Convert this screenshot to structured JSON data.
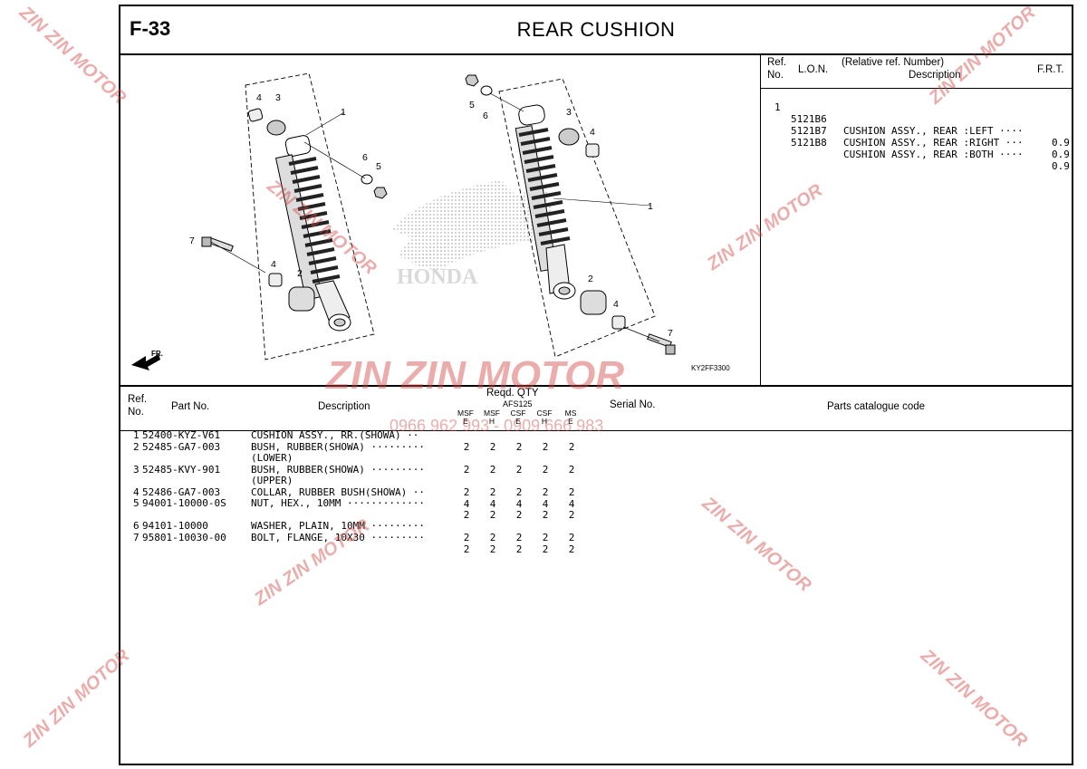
{
  "header": {
    "code": "F-33",
    "title": "REAR  CUSHION"
  },
  "diagram": {
    "callouts": [
      "1",
      "2",
      "3",
      "4",
      "5",
      "6",
      "7"
    ],
    "direction_label": "FR.",
    "brand_mark": "HONDA",
    "drawing_code": "KY2FF3300"
  },
  "lon_table": {
    "headers": {
      "ref": "Ref.",
      "no": "No.",
      "lon": "L.O.N.",
      "rel": "(Relative ref. Number)",
      "desc": "Description",
      "frt": "F.R.T."
    },
    "rows": [
      {
        "ref": "1",
        "lon": "5121B6",
        "desc": "CUSHION ASSY., REAR :LEFT ····",
        "frt": "0.9"
      },
      {
        "ref": "",
        "lon": "5121B7",
        "desc": "CUSHION ASSY., REAR :RIGHT ···",
        "frt": "0.9"
      },
      {
        "ref": "",
        "lon": "5121B8",
        "desc": "CUSHION ASSY., REAR :BOTH ····",
        "frt": "0.9"
      }
    ]
  },
  "parts_table": {
    "headers": {
      "ref": "Ref.",
      "no": "No.",
      "part_no": "Part No.",
      "desc": "Description",
      "reqd_qty": "Reqd. QTY",
      "model": "AFS125",
      "serial": "Serial  No.",
      "catalogue": "Parts catalogue code"
    },
    "variants": [
      "MSF\nE",
      "MSF\nH",
      "CSF\nE",
      "CSF\nH",
      "MS\nE"
    ],
    "rows": [
      {
        "ref": "1",
        "part_no": "52400-KYZ-V61",
        "desc": "CUSHION ASSY., RR.(SHOWA) ··",
        "qty": [
          "2",
          "2",
          "2",
          "2",
          "2"
        ]
      },
      {
        "ref": "2",
        "part_no": "52485-GA7-003",
        "desc": "BUSH, RUBBER(SHOWA) ·········",
        "desc2": "(LOWER)",
        "qty": [
          "2",
          "2",
          "2",
          "2",
          "2"
        ]
      },
      {
        "ref": "3",
        "part_no": "52485-KVY-901",
        "desc": "BUSH, RUBBER(SHOWA) ·········",
        "desc2": "(UPPER)",
        "qty": [
          "2",
          "2",
          "2",
          "2",
          "2"
        ]
      },
      {
        "ref": "4",
        "part_no": "52486-GA7-003",
        "desc": "COLLAR, RUBBER BUSH(SHOWA) ··",
        "qty": [
          "4",
          "4",
          "4",
          "4",
          "4"
        ]
      },
      {
        "ref": "5",
        "part_no": "94001-10000-0S",
        "desc": "NUT, HEX., 10MM ·············",
        "qty": [
          "2",
          "2",
          "2",
          "2",
          "2"
        ]
      },
      {
        "ref": "6",
        "part_no": "94101-10000",
        "desc": "WASHER, PLAIN, 10MM ·········",
        "qty": [
          "2",
          "2",
          "2",
          "2",
          "2"
        ]
      },
      {
        "ref": "7",
        "part_no": "95801-10030-00",
        "desc": "BOLT, FLANGE, 10X30 ·········",
        "qty": [
          "2",
          "2",
          "2",
          "2",
          "2"
        ]
      }
    ]
  },
  "watermark": {
    "brand": "ZIN ZIN MOTOR",
    "phones": "0966 962 993 - 0909 666 983"
  },
  "colors": {
    "watermark": "#d24646",
    "line": "#000000"
  }
}
